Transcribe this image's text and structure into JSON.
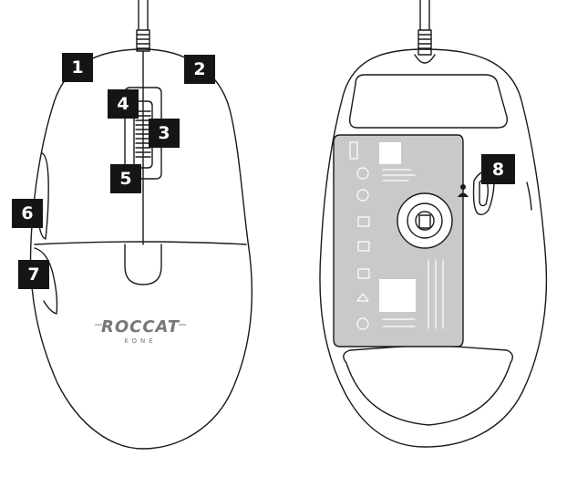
{
  "brand_logo_text": "ROCCAT",
  "model_text": "KONE",
  "callouts": [
    "1",
    "2",
    "3",
    "4",
    "5",
    "6",
    "7",
    "8"
  ],
  "colors": {
    "outline": "#1a1a1a",
    "label_panel": "#c9c9c9",
    "callout_bg": "#151515",
    "callout_text": "#ffffff"
  }
}
